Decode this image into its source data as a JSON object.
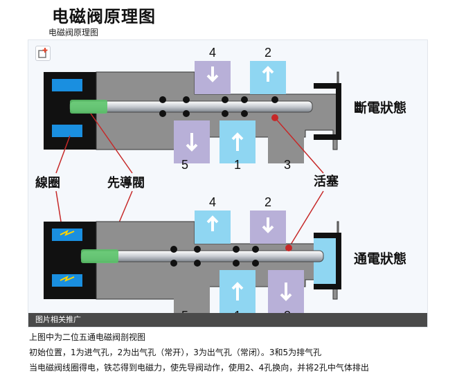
{
  "page": {
    "title": "电磁阀原理图",
    "image_caption": "电磁阀原理图"
  },
  "figure": {
    "footer_label": "图片相关推广",
    "ports_top": [
      "4",
      "2"
    ],
    "ports_bottom": [
      "5",
      "1",
      "3"
    ],
    "label_off_state": "斷電狀態",
    "label_on_state": "通電狀態",
    "label_coil": "線圈",
    "label_pilot": "先導閥",
    "label_piston": "活塞"
  },
  "description": {
    "line1": "上图中为二位五通电磁阀剖视图",
    "line2": "初始位置，1为进气孔，2为出气孔（常开），3为出气孔（常闭）。3和5为排气孔",
    "line3": "当电磁阀线圈得电，铁芯得到电磁力，使先导阀动作，使用2、4孔换向，并将2孔中气体排出"
  },
  "colors": {
    "body_gray": "#8f8f8f",
    "air_blue": "#8fd6f2",
    "air_purple": "#b8b0d8",
    "coil_blue": "#1a8fe0",
    "coil_housing": "#111111",
    "pilot_green": "#5cc46a",
    "leader_red": "#c62828"
  }
}
